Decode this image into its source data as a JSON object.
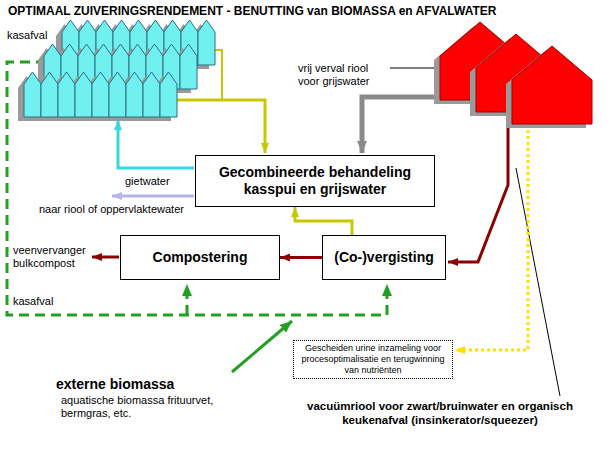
{
  "diagram": {
    "title": "OPTIMAAL ZUIVERINGSRENDEMENT - BENUTTING van BIOMASSA en AFVALWATER",
    "nodes": [
      {
        "text": [
          "Gecombineerde behandeling kasspui en grijswater"
        ]
      },
      {
        "text": [
          "Compostering"
        ]
      },
      {
        "text": [
          "(Co-)vergisting"
        ]
      },
      {
        "text": [
          "Gescheiden urine inzameling voor procesoptimalisatie en terugwinning van nutriënten"
        ]
      }
    ],
    "edges": [
      {
        "from": 2,
        "to": 1,
        "arrow": "to"
      },
      {
        "from": 2,
        "to": 0,
        "arrow": "to"
      }
    ],
    "labels": [
      "kasafval",
      "vrij verval riool voor grijswater",
      "gietwater",
      "naar riool of oppervlaktewater",
      "veenvervanger bulkcompost",
      "kasafval",
      "externe biomassa",
      "aquatische biomassa frituurvet, bermgras, etc.",
      "vacuümriool voor zwart/bruinwater en organisch keukenafval (insinkerator/squeezer)"
    ]
  }
}
